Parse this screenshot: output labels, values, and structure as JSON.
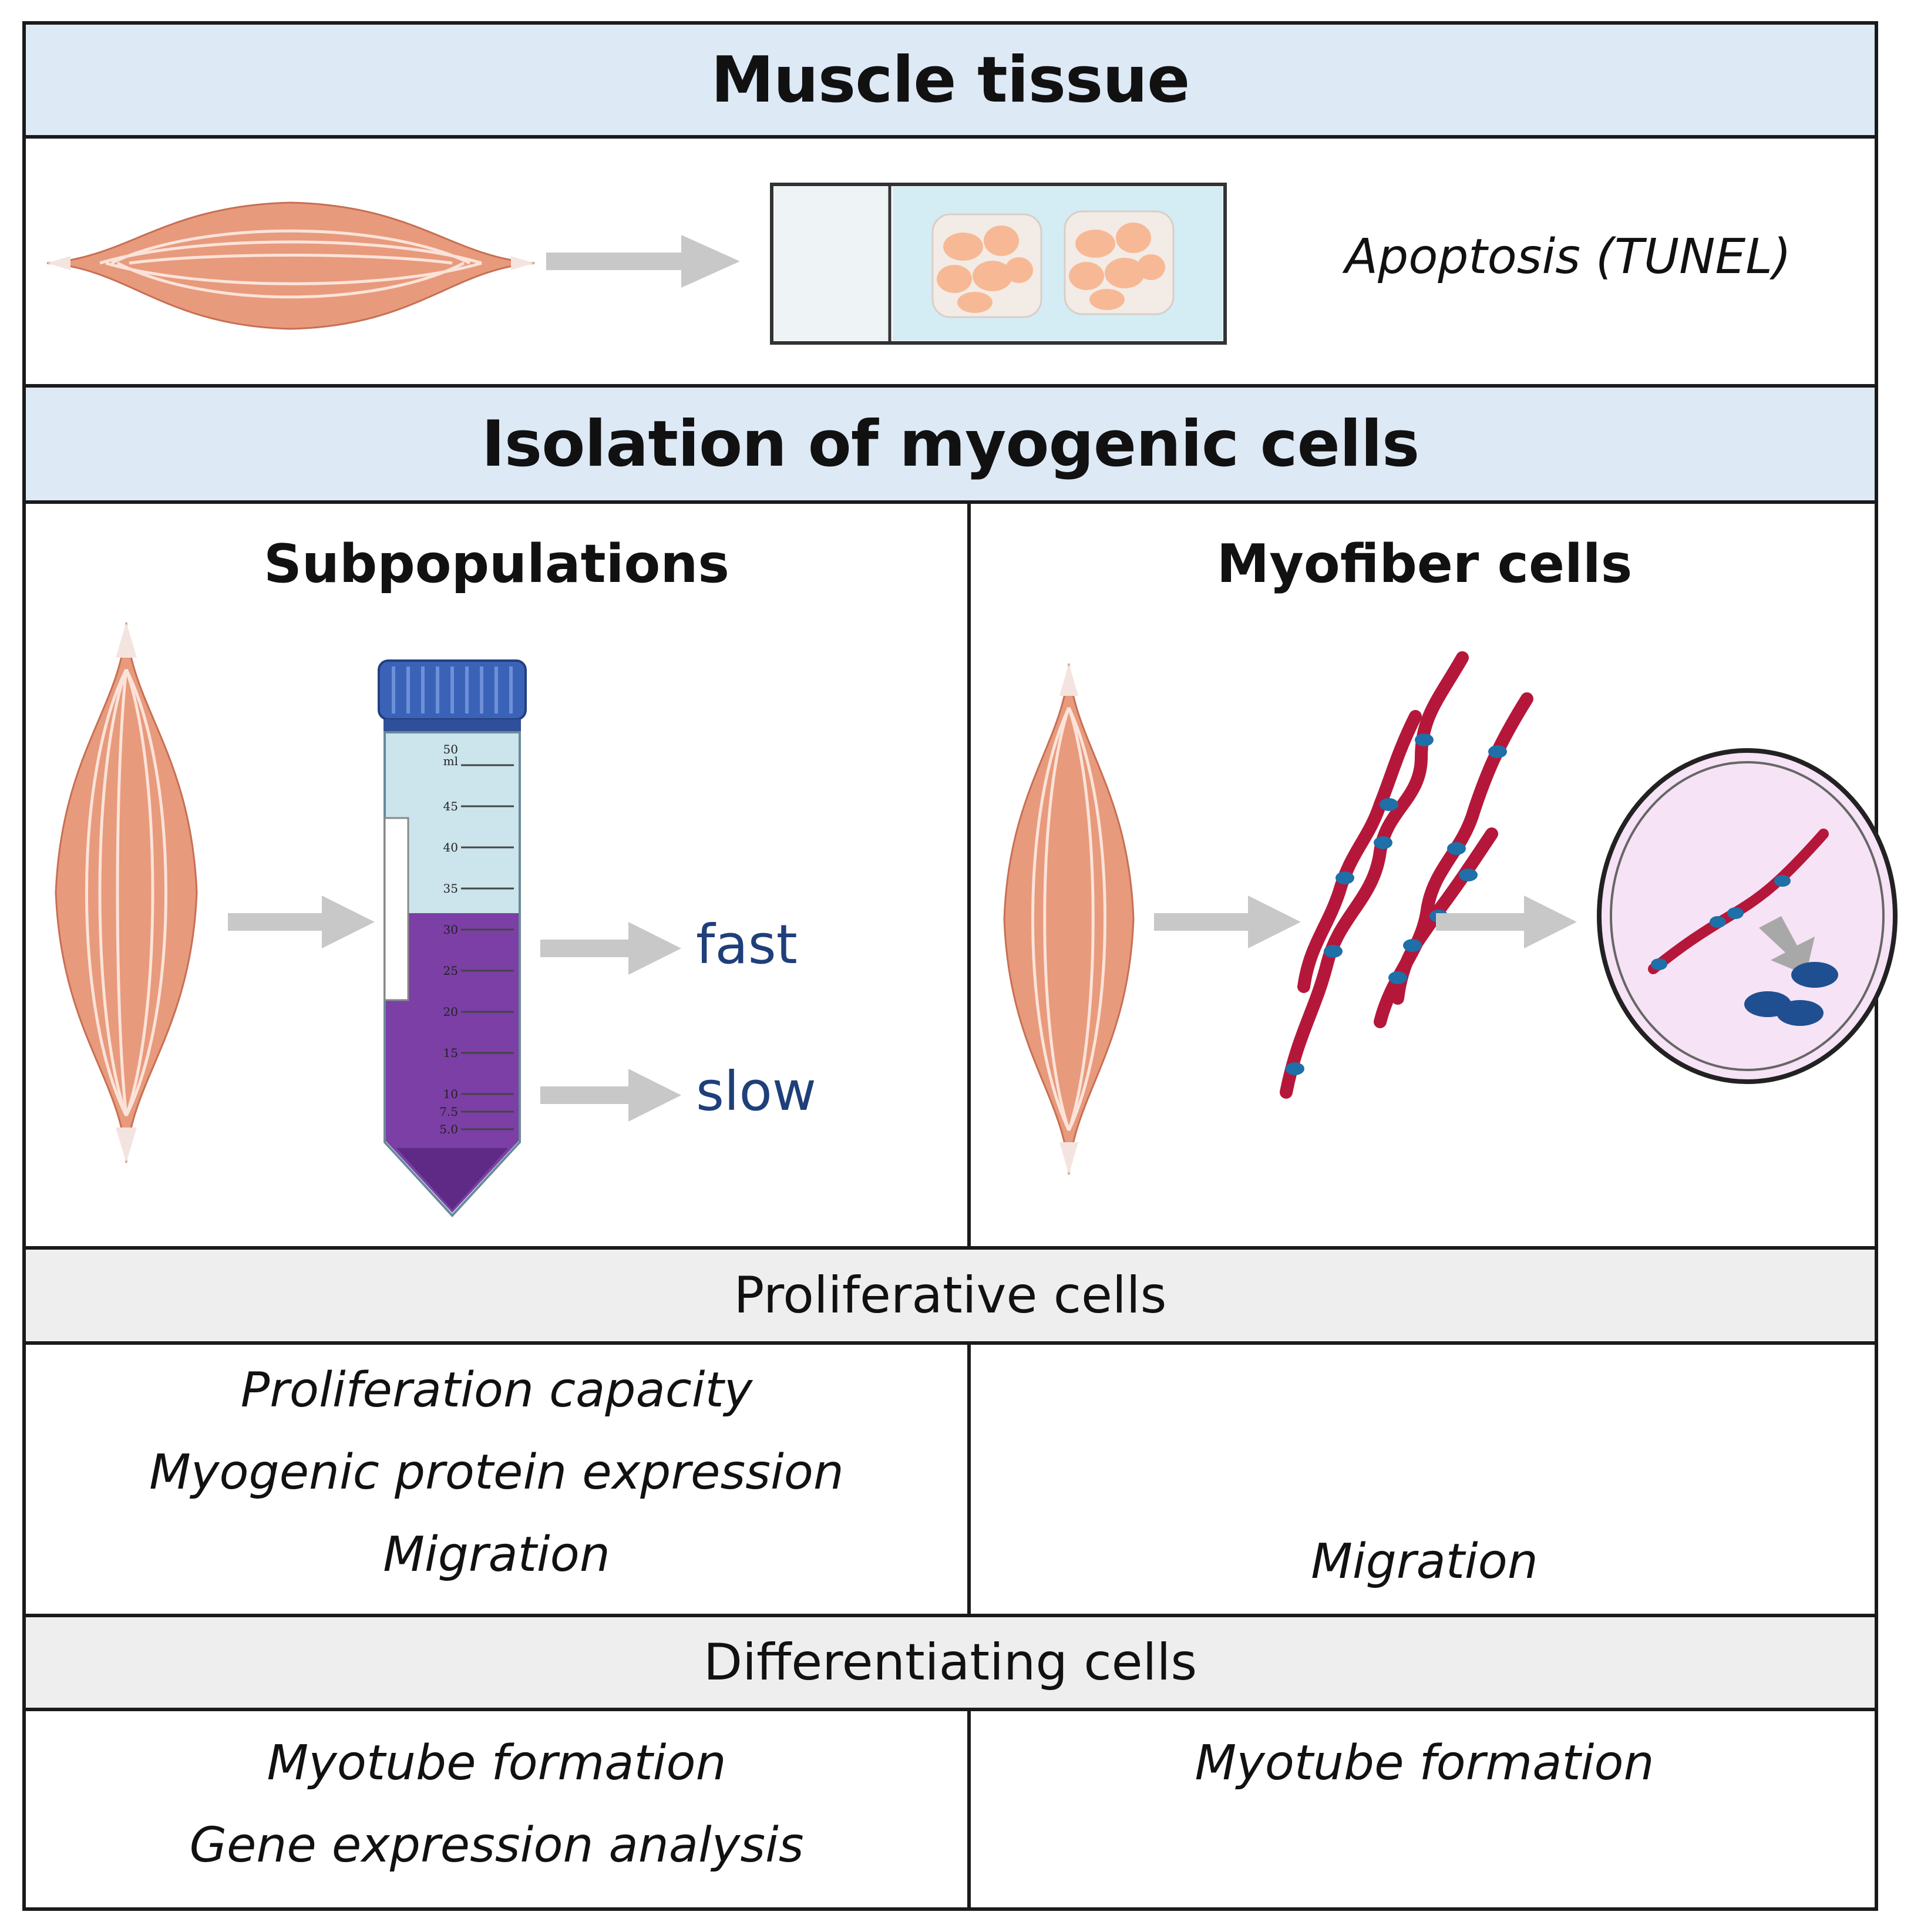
{
  "muscle_tissue": {
    "title": "Muscle tissue",
    "assay": "Apoptosis (TUNEL)"
  },
  "isolation": {
    "title": "Isolation of myogenic cells",
    "left": {
      "heading": "Subpopulations",
      "tube_marks": [
        "50",
        "ml",
        "45",
        "40",
        "35",
        "30",
        "25",
        "20",
        "15",
        "10",
        "7.5",
        "5.0"
      ],
      "fast_label": "fast",
      "slow_label": "slow"
    },
    "right": {
      "heading": "Myofiber cells"
    }
  },
  "proliferative": {
    "title": "Proliferative cells",
    "left_items": [
      "Proliferation capacity",
      "Myogenic protein expression",
      "Migration"
    ],
    "right_items": [
      "Migration"
    ]
  },
  "differentiating": {
    "title": "Differentiating cells",
    "left_items": [
      "Myotube formation",
      "Gene expression analysis"
    ],
    "right_items": [
      "Myotube formation"
    ]
  },
  "colors": {
    "header_blue": "#dde9f5",
    "header_grey": "#eeeeee",
    "muscle": "#e89a7c",
    "arrow": "#c8c8c8",
    "tube_liquid": "#7b3fa6",
    "fiber_red": "#b5173a",
    "nucleus_blue": "#1f4f91"
  }
}
